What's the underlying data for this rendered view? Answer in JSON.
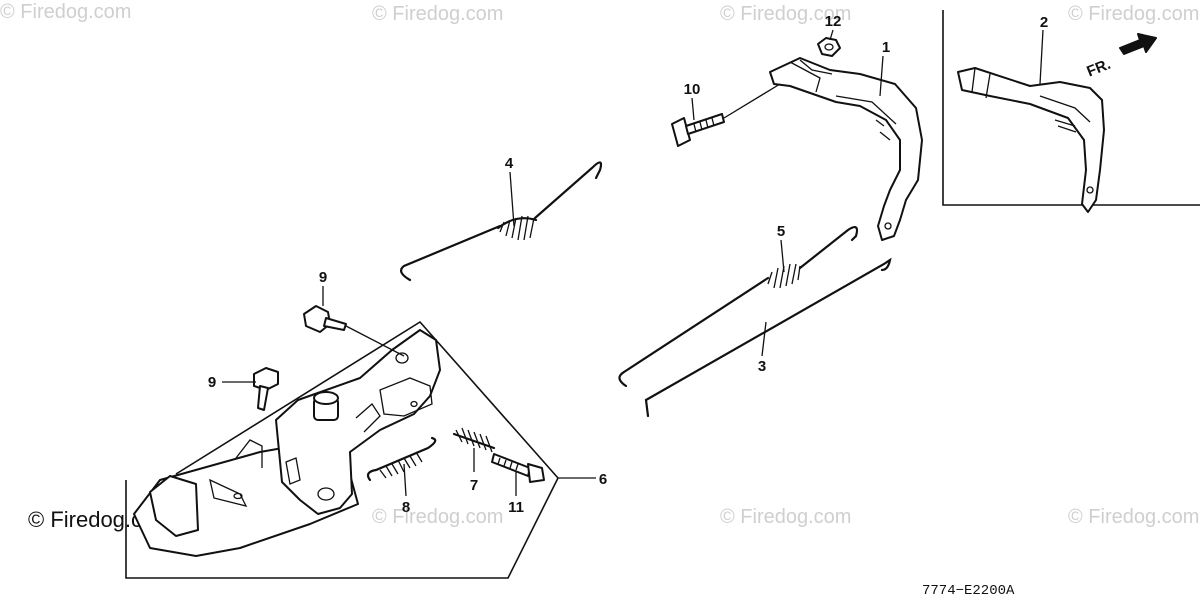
{
  "watermarks": [
    "© Firedog.com",
    "© Firedog.com",
    "© Firedog.com",
    "© Firedog.com",
    "© Firedog.com",
    "© Firedog.com",
    "© Firedog.com",
    "© Firedog.com"
  ],
  "callouts": {
    "p1": "1",
    "p2": "2",
    "p3": "3",
    "p4": "4",
    "p5": "5",
    "p6": "6",
    "p7": "7",
    "p8": "8",
    "p9a": "9",
    "p9b": "9",
    "p10": "10",
    "p11": "11",
    "p12": "12"
  },
  "front_indicator": "FR.",
  "diagram_code": "7774−E2200A"
}
